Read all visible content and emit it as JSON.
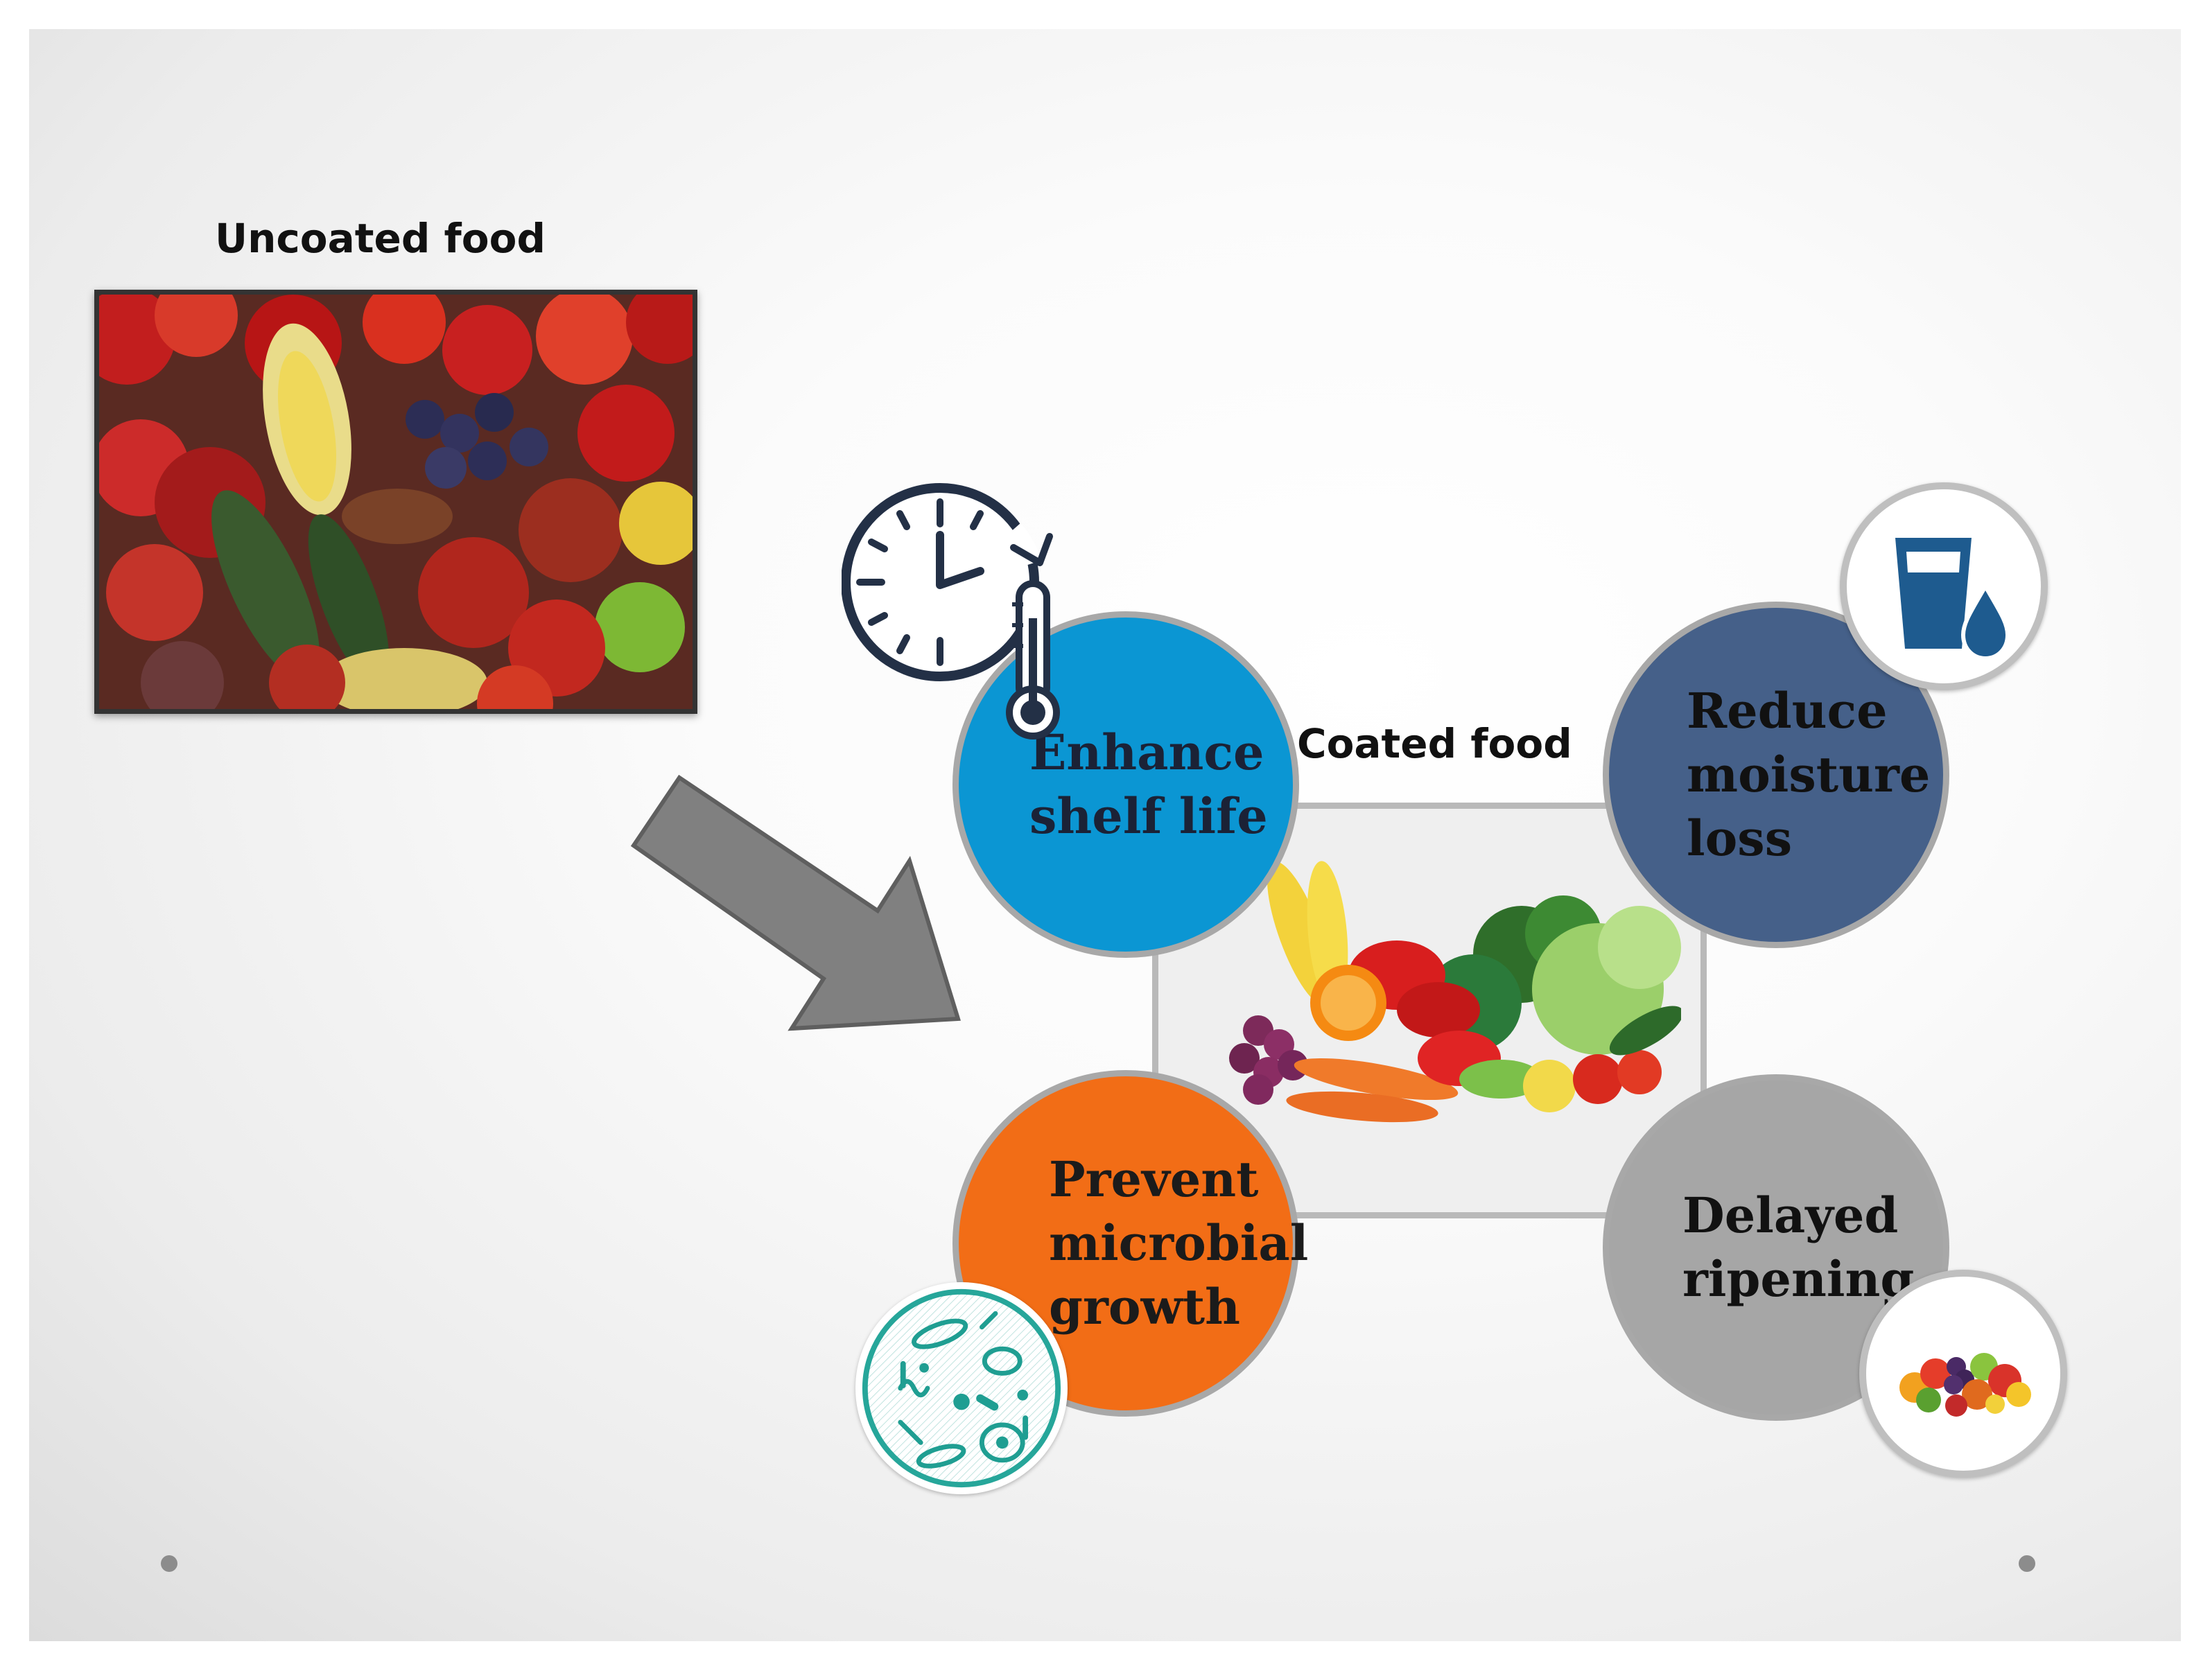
{
  "uncoated": {
    "label": "Uncoated food"
  },
  "coated": {
    "label": "Coated food"
  },
  "benefits": {
    "shelf_life": {
      "lines": [
        "Enhance",
        "shelf life"
      ],
      "color": "#0b96d3",
      "text_color": "#1b2236",
      "icon": "clock-thermometer-icon"
    },
    "moisture": {
      "lines": [
        "Reduce",
        "moisture",
        "loss"
      ],
      "color": "#456089",
      "text_color": "#111111",
      "icon": "water-glass-drop-icon"
    },
    "microbial": {
      "lines": [
        "Prevent",
        "microbial",
        "growth"
      ],
      "color": "#f26d16",
      "text_color": "#1b1b1b",
      "icon": "bacteria-petri-dish-icon"
    },
    "ripening": {
      "lines": [
        "Delayed",
        "ripening"
      ],
      "color": "#a6a6a6",
      "text_color": "#111111",
      "icon": "fruit-bowl-icon"
    }
  },
  "arrow": {
    "color": "#808080",
    "icon": "arrow-down-right-icon"
  }
}
